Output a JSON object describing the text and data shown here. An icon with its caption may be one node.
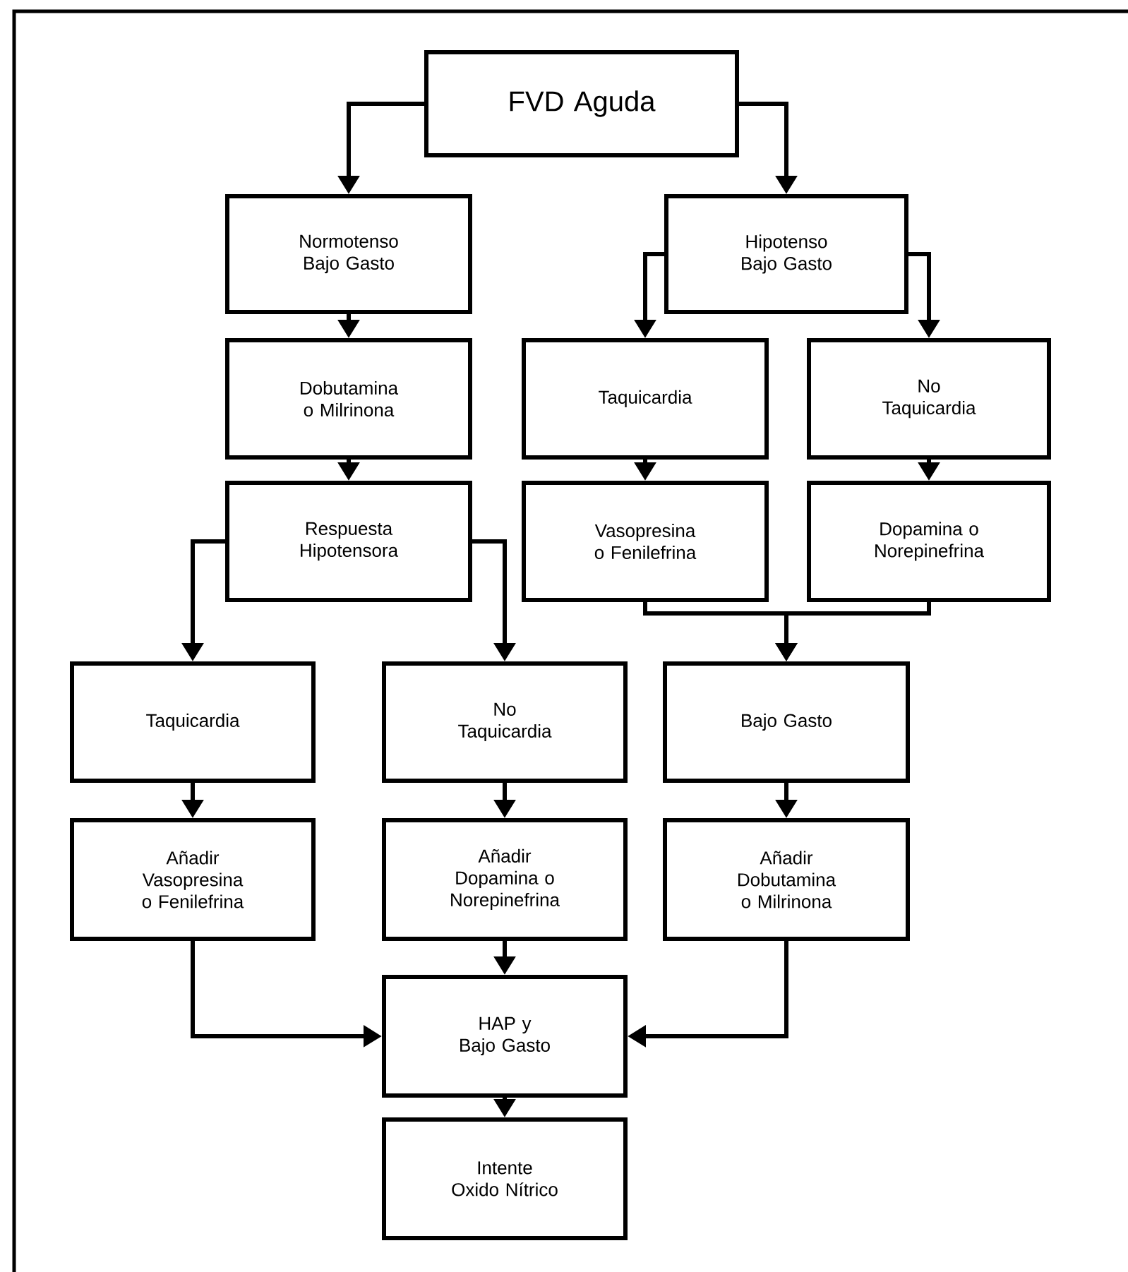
{
  "diagram": {
    "nodes": [
      {
        "text": [
          "FVD Aguda"
        ]
      },
      {
        "text": [
          "Normotenso Bajo Gasto"
        ]
      },
      {
        "text": [
          "Hipotenso Bajo Gasto"
        ]
      },
      {
        "text": [
          "Dobutamina o Milrinona"
        ]
      },
      {
        "text": [
          "Taquicardia"
        ]
      },
      {
        "text": [
          "No Taquicardia"
        ]
      },
      {
        "text": [
          "Respuesta Hipotensora"
        ]
      },
      {
        "text": [
          "Vasopresina o Fenilefrina"
        ]
      },
      {
        "text": [
          "Dopamina o Norepinefrina"
        ]
      },
      {
        "text": [
          "Taquicardia"
        ]
      },
      {
        "text": [
          "No Taquicardia"
        ]
      },
      {
        "text": [
          "Bajo Gasto"
        ]
      },
      {
        "text": [
          "Añadir Vasopresina o Fenilefrina"
        ]
      },
      {
        "text": [
          "Añadir Dopamina o Norepinefrina"
        ]
      },
      {
        "text": [
          "Añadir Dobutamina o Milrinona"
        ]
      },
      {
        "text": [
          "HAP y Bajo Gasto"
        ]
      },
      {
        "text": [
          "Intente Oxido Nítrico"
        ]
      }
    ],
    "edges": [
      {
        "from": 0,
        "to": 1,
        "arrow": "to"
      },
      {
        "from": 0,
        "to": 2,
        "arrow": "to"
      },
      {
        "from": 1,
        "to": 3,
        "arrow": "to"
      },
      {
        "from": 2,
        "to": 4,
        "arrow": "to"
      },
      {
        "from": 2,
        "to": 5,
        "arrow": "to"
      },
      {
        "from": 3,
        "to": 6,
        "arrow": "to"
      },
      {
        "from": 4,
        "to": 7,
        "arrow": "to"
      },
      {
        "from": 5,
        "to": 8,
        "arrow": "to"
      },
      {
        "from": 6,
        "to": 9,
        "arrow": "to"
      },
      {
        "from": 6,
        "to": 10,
        "arrow": "to"
      },
      {
        "from": 7,
        "to": 11,
        "arrow": "to"
      },
      {
        "from": 8,
        "to": 11,
        "arrow": "to"
      },
      {
        "from": 9,
        "to": 12,
        "arrow": "to"
      },
      {
        "from": 10,
        "to": 13,
        "arrow": "to"
      },
      {
        "from": 11,
        "to": 14,
        "arrow": "to"
      },
      {
        "from": 12,
        "to": 15,
        "arrow": "to"
      },
      {
        "from": 13,
        "to": 15,
        "arrow": "to"
      },
      {
        "from": 14,
        "to": 15,
        "arrow": "to"
      },
      {
        "from": 15,
        "to": 16,
        "arrow": "to"
      }
    ]
  }
}
